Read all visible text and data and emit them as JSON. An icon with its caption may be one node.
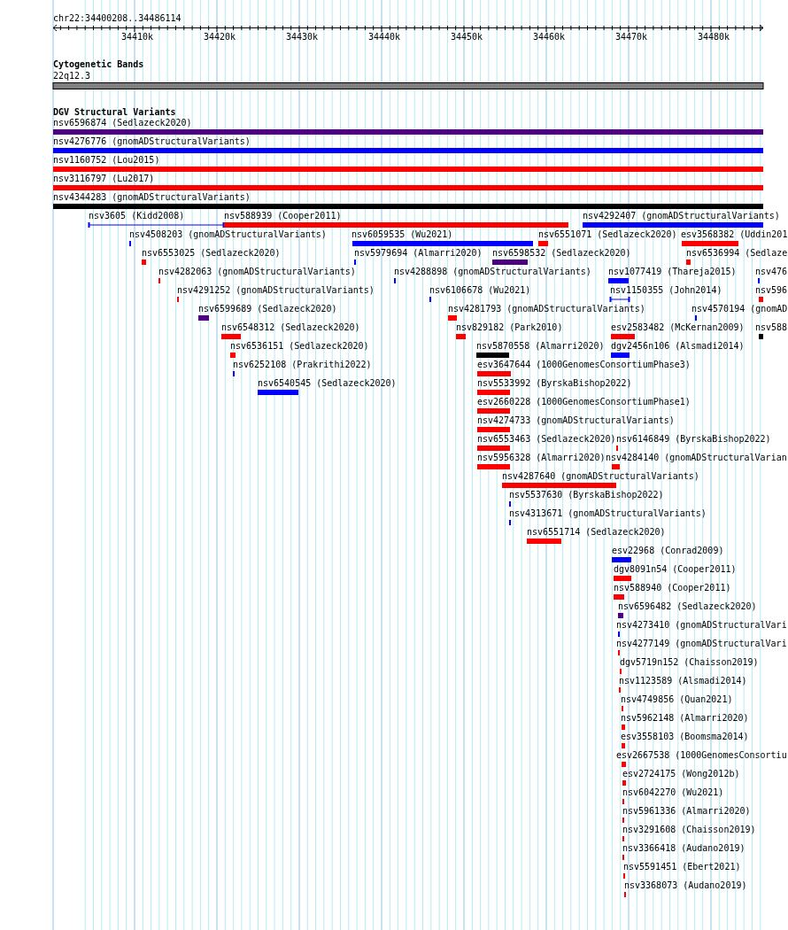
{
  "diagram": {
    "labels": [
      "chr22:34400208..34486114",
      "34410k",
      "34420k",
      "34430k",
      "34440k",
      "34450k",
      "34460k",
      "34470k",
      "34480k",
      "Cytogenetic Bands",
      "22q12.3",
      "DGV Structural Variants",
      "nsv6596874 (Sedlazeck2020)",
      "nsv4276776 (gnomADStructuralVariants)",
      "nsv1160752 (Lou2015)",
      "nsv3116797 (Lu2017)",
      "nsv4344283 (gnomADStructuralVariants)",
      "nsv3605 (Kidd2008)",
      "nsv588939 (Cooper2011)",
      "nsv4292407 (gnomADStructuralVariants)",
      "nsv4508203 (gnomADStructuralVariants)",
      "nsv6059535 (Wu2021)",
      "nsv6551071 (Sedlazeck2020)",
      "esv3568382 (Uddin201",
      "nsv6553025 (Sedlazeck2020)",
      "nsv5979694 (Almarri2020)",
      "nsv6598532 (Sedlazeck2020)",
      "nsv6536994 (Sedlaze",
      "nsv4282063 (gnomADStructuralVariants)",
      "nsv4288898 (gnomADStructuralVariants)",
      "nsv1077419 (Thareja2015)",
      "nsv476",
      "nsv4291252 (gnomADStructuralVariants)",
      "nsv6106678 (Wu2021)",
      "nsv1150355 (John2014)",
      "nsv596",
      "nsv6599689 (Sedlazeck2020)",
      "nsv4281793 (gnomADStructuralVariants)",
      "nsv4570194 (gnomAD",
      "nsv6548312 (Sedlazeck2020)",
      "nsv829182 (Park2010)",
      "esv2583482 (McKernan2009)",
      "nsv588",
      "nsv6536151 (Sedlazeck2020)",
      "nsv5870558 (Almarri2020)",
      "dgv2456n106 (Alsmadi2014)",
      "nsv6252108 (Prakrithi2022)",
      "esv3647644 (1000GenomesConsortiumPhase3)",
      "nsv6540545 (Sedlazeck2020)",
      "nsv5533992 (ByrskaBishop2022)",
      "esv2660228 (1000GenomesConsortiumPhase1)",
      "nsv4274733 (gnomADStructuralVariants)",
      "nsv6553463 (Sedlazeck2020)",
      "nsv6146849 (ByrskaBishop2022)",
      "nsv5956328 (Almarri2020)",
      "nsv4284140 (gnomADStructuralVarian",
      "nsv4287640 (gnomADStructuralVariants)",
      "nsv5537630 (ByrskaBishop2022)",
      "nsv4313671 (gnomADStructuralVariants)",
      "nsv6551714 (Sedlazeck2020)",
      "esv22968 (Conrad2009)",
      "dgv8091n54 (Cooper2011)",
      "nsv588940 (Cooper2011)",
      "nsv6596482 (Sedlazeck2020)",
      "nsv4273410 (gnomADStructuralVari",
      "nsv4277149 (gnomADStructuralVari",
      "dgv5719n152 (Chaisson2019)",
      "nsv1123589 (Alsmadi2014)",
      "nsv4749856 (Quan2021)",
      "nsv5962148 (Almarri2020)",
      "esv3558103 (Boomsma2014)",
      "esv2667538 (1000GenomesConsortiu",
      "esv2724175 (Wong2012b)",
      "nsv6042270 (Wu2021)",
      "nsv5961336 (Almarri2020)",
      "nsv3291608 (Chaisson2019)",
      "nsv3366418 (Audano2019)",
      "nsv5591451 (Ebert2021)",
      "nsv3368073 (Audano2019)"
    ]
  }
}
